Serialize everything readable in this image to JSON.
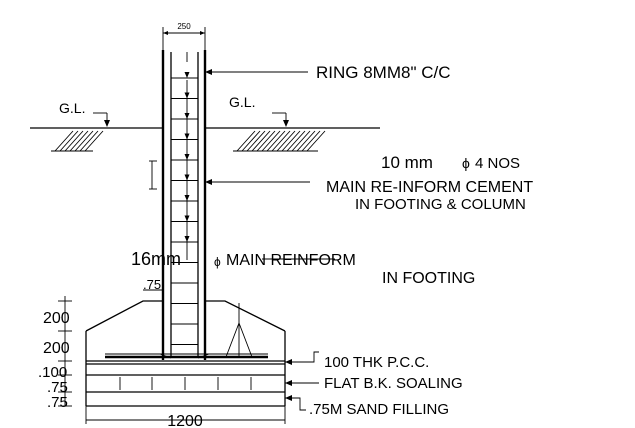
{
  "labels": {
    "column_width": "250",
    "ring": "RING  8MM8\"  C/C",
    "gl_left": "G.L.",
    "gl_right": "G.L.",
    "main_bar_size": "10  mm",
    "phi_1": "ϕ",
    "main_bar_count": "4 NOS",
    "main_reinforce_1": "MAIN  RE-INFORM  CEMENT",
    "main_reinforce_2": "IN FOOTING & COLUMN",
    "footing_bar_size": "16mm",
    "phi_2": "ϕ",
    "footing_reinforce_1": "MAIN REINFORM",
    "footing_reinforce_2": "IN FOOTING",
    "offset": ".75",
    "dim_200_top": "200",
    "dim_200_bottom": "200",
    "dim_100": ".100",
    "dim_75_a": ".75",
    "dim_75_b": ".75",
    "pcc": "100 THK P.C.C.",
    "brick_soling": "FLAT B.K. SOALING",
    "sand": ".75M  SAND FILLING",
    "footing_width": "1200"
  }
}
